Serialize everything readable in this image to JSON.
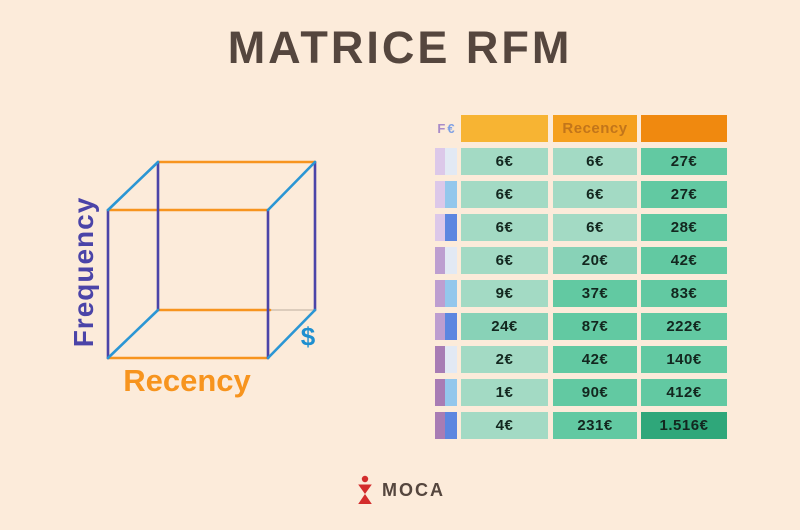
{
  "title": "MATRICE RFM",
  "diagram": {
    "frequency_label": "Frequency",
    "recency_label": "Recency",
    "monetary_label": "$",
    "colors": {
      "frequency_axis": "#4B44A8",
      "recency_axis": "#F7941E",
      "monetary_axis": "#2B96D4"
    }
  },
  "table": {
    "corner_label_f": "F",
    "corner_label_m": "€",
    "header": {
      "recency_label": "Recency",
      "cell_colors": [
        "#F7B433",
        "#F5A01E",
        "#F0890F"
      ]
    },
    "palette": {
      "green_lightest": "#A3DAC4",
      "green_light": "#88D2B7",
      "green_medium": "#62C9A2",
      "green_dark": "#2FA77A",
      "frequency_chip_light": "#DCC8E9",
      "frequency_chip_medium": "#BD9ED0",
      "frequency_chip_dark": "#A87CB4",
      "monetary_chip_lightest": "#E2E9F4",
      "monetary_chip_light": "#93C7EC",
      "monetary_chip_medium": "#5C86E0"
    },
    "rows": [
      {
        "f_chip": "light",
        "m_chip": "lightest",
        "values": [
          "6€",
          "6€",
          "27€"
        ],
        "cell_shades": [
          1,
          1,
          3
        ]
      },
      {
        "f_chip": "light",
        "m_chip": "light",
        "values": [
          "6€",
          "6€",
          "27€"
        ],
        "cell_shades": [
          1,
          1,
          3
        ]
      },
      {
        "f_chip": "light",
        "m_chip": "medium",
        "values": [
          "6€",
          "6€",
          "28€"
        ],
        "cell_shades": [
          1,
          1,
          3
        ]
      },
      {
        "f_chip": "medium",
        "m_chip": "lightest",
        "values": [
          "6€",
          "20€",
          "42€"
        ],
        "cell_shades": [
          1,
          2,
          3
        ]
      },
      {
        "f_chip": "medium",
        "m_chip": "light",
        "values": [
          "9€",
          "37€",
          "83€"
        ],
        "cell_shades": [
          1,
          3,
          3
        ]
      },
      {
        "f_chip": "medium",
        "m_chip": "medium",
        "values": [
          "24€",
          "87€",
          "222€"
        ],
        "cell_shades": [
          2,
          3,
          3
        ]
      },
      {
        "f_chip": "dark",
        "m_chip": "lightest",
        "values": [
          "2€",
          "42€",
          "140€"
        ],
        "cell_shades": [
          1,
          3,
          3
        ]
      },
      {
        "f_chip": "dark",
        "m_chip": "light",
        "values": [
          "1€",
          "90€",
          "412€"
        ],
        "cell_shades": [
          1,
          3,
          3
        ]
      },
      {
        "f_chip": "dark",
        "m_chip": "medium",
        "values": [
          "4€",
          "231€",
          "1.516€"
        ],
        "cell_shades": [
          1,
          3,
          4
        ]
      }
    ]
  },
  "footer": {
    "brand": "MOCA",
    "brand_color": "#D32C2C"
  }
}
